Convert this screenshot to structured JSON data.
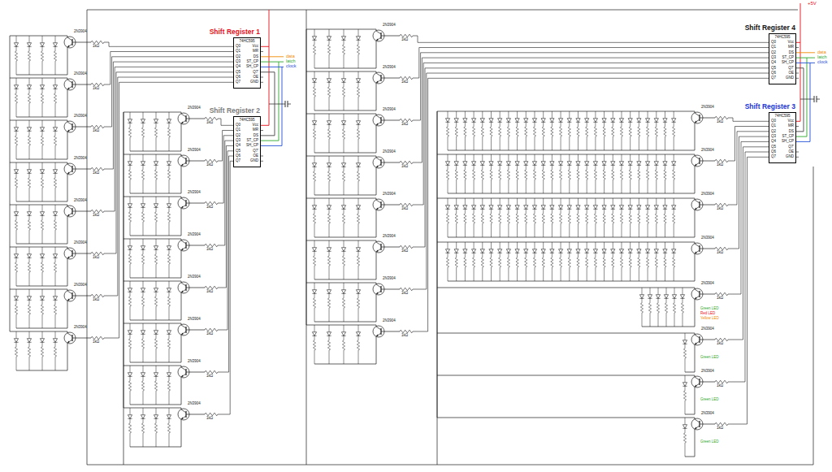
{
  "diagram": {
    "nodes": [
      {
        "text": [
          "Shift Register 1",
          "74HC595",
          "Q0",
          "Q1",
          "Q2",
          "Q3",
          "Q4",
          "Q5",
          "Q6",
          "Q7",
          "Vcc",
          "MR",
          "DS",
          "ST_CP",
          "SH_CP",
          "Q7'",
          "OE",
          "GND"
        ]
      },
      {
        "text": [
          "Shift Register 2",
          "74HC595",
          "Q0",
          "Q1",
          "Q2",
          "Q3",
          "Q4",
          "Q5",
          "Q6",
          "Q7",
          "Vcc",
          "MR",
          "DS",
          "ST_CP",
          "SH_CP",
          "Q7'",
          "OE",
          "GND"
        ]
      },
      {
        "text": [
          "Shift Register 4",
          "74HC595",
          "Q0",
          "Q1",
          "Q2",
          "Q3",
          "Q4",
          "Q5",
          "Q6",
          "Q7",
          "Vcc",
          "MR",
          "DS",
          "ST_CP",
          "SH_CP",
          "Q7'",
          "OE",
          "GND"
        ]
      },
      {
        "text": [
          "Shift Register 3",
          "74HC595",
          "Q0",
          "Q1",
          "Q2",
          "Q3",
          "Q4",
          "Q5",
          "Q6",
          "Q7",
          "Vcc",
          "MR",
          "DS",
          "ST_CP",
          "SH_CP",
          "Q7'",
          "OE",
          "GND"
        ]
      }
    ],
    "edges": [
      {
        "from": 0,
        "to": 1,
        "arrow": "none"
      },
      {
        "from": 2,
        "to": 3,
        "arrow": "none"
      }
    ],
    "labels": [
      "+5V",
      "data",
      "latch",
      "clock",
      "data",
      "latch",
      "clock",
      "2N3904",
      "2N3904",
      "2N3904",
      "2N3904",
      "2N3904",
      "2N3904",
      "2N3904",
      "2N3904",
      "2N3904",
      "2N3904",
      "2N3904",
      "2N3904",
      "2N3904",
      "2N3904",
      "2N3904",
      "2N3904",
      "2N3904",
      "2N3904",
      "2N3904",
      "2N3904",
      "2N3904",
      "2N3904",
      "2N3904",
      "2N3904",
      "2N3904",
      "2N3904",
      "2N3904",
      "2N3904",
      "2N3904",
      "2N3904",
      "2N3904",
      "2N3904",
      "1kΩ",
      "1kΩ",
      "1kΩ",
      "1kΩ",
      "1kΩ",
      "1kΩ",
      "1kΩ",
      "1kΩ",
      "1kΩ",
      "1kΩ",
      "1kΩ",
      "1kΩ",
      "1kΩ",
      "1kΩ",
      "1kΩ",
      "1kΩ",
      "1kΩ",
      "1kΩ",
      "1kΩ",
      "1kΩ",
      "1kΩ",
      "1kΩ",
      "1kΩ",
      "1kΩ",
      "1kΩ",
      "1kΩ",
      "1kΩ",
      "1kΩ",
      "1kΩ",
      "1kΩ",
      "1kΩ",
      "1kΩ",
      "Green LED",
      "Red LED",
      "Yellow LED",
      "Green LED",
      "Green LED",
      "Green LED"
    ]
  }
}
